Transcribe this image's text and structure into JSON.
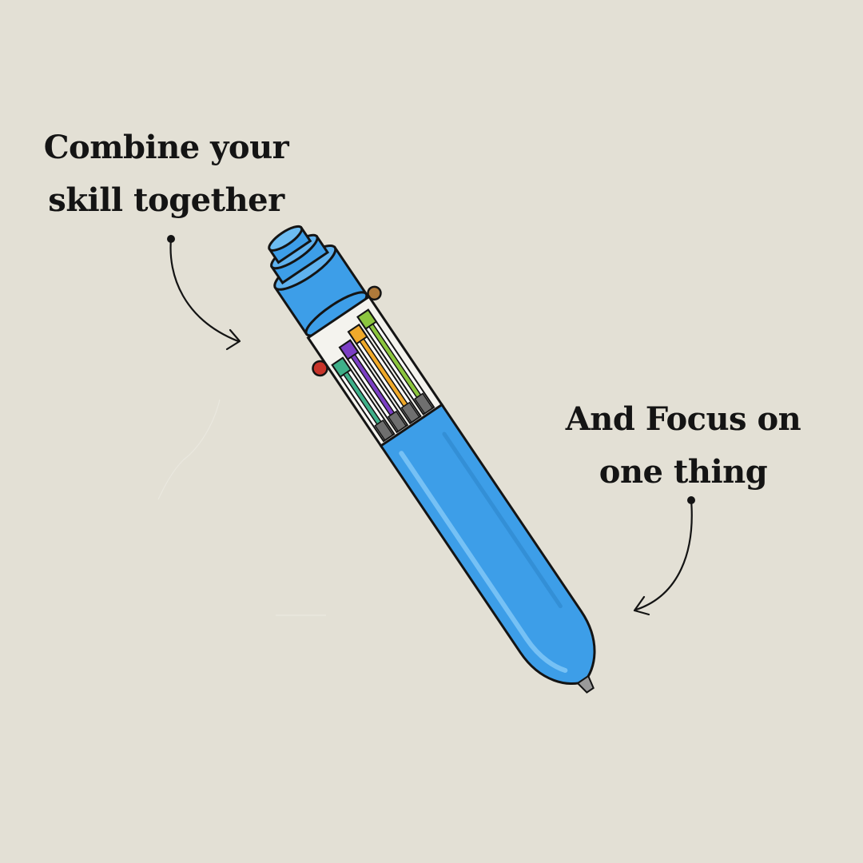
{
  "annotations": {
    "left": {
      "line1": "Combine your",
      "line2": "skill together"
    },
    "right": {
      "line1": "And Focus on",
      "line2": "one thing"
    }
  },
  "illustration": {
    "subject": "multi-color-retractable-pen",
    "colors": {
      "background": "#e3e0d5",
      "pen_body": "#3d9ee8",
      "pen_body_highlight": "#8fd0fb",
      "pen_outline": "#141414",
      "pen_tip": "#9a9a9a",
      "clip_teal": "#3fb08a",
      "clip_purple": "#7b3fc4",
      "clip_orange": "#f0a92b",
      "clip_lime": "#8cc63f",
      "clip_red": "#c8342a",
      "clip_brown": "#b07a3a"
    }
  }
}
